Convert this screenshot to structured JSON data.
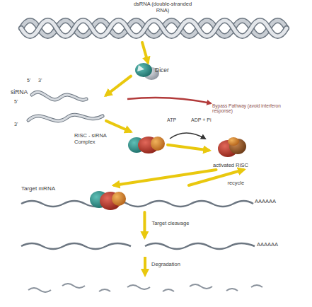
{
  "diagram": {
    "nodes": [
      {
        "text": [
          "dsRNA (double-stranded RNA)"
        ]
      },
      {
        "text": [
          "Dicer"
        ]
      },
      {
        "text": [
          "siRNA"
        ]
      },
      {
        "text": [
          "RISC - siRNA Complex"
        ]
      },
      {
        "text": [
          "activated RISC"
        ]
      },
      {
        "text": [
          "Target mRNA",
          "AAAAAA"
        ]
      },
      {
        "text": [
          "AAAAAA"
        ]
      }
    ],
    "edges": [
      {
        "from": 0,
        "to": 1,
        "arrow": "to"
      },
      {
        "from": 1,
        "to": 2,
        "arrow": "to"
      },
      {
        "from": 2,
        "to": 3,
        "arrow": "to"
      },
      {
        "from": 3,
        "to": 4,
        "arrow": "to"
      },
      {
        "from": 4,
        "to": 5,
        "arrow": "to"
      },
      {
        "from": 5,
        "to": 4,
        "label": "recycle",
        "arrow": "to"
      },
      {
        "from": 5,
        "to": 6,
        "label": "Target cleavage",
        "arrow": "to"
      }
    ],
    "labels": [
      "5'",
      "3'",
      "5'",
      "3'",
      "Bypass Pathway (avoid interferon response)",
      "ATP",
      "ADP + Pi",
      "Degradation"
    ]
  }
}
